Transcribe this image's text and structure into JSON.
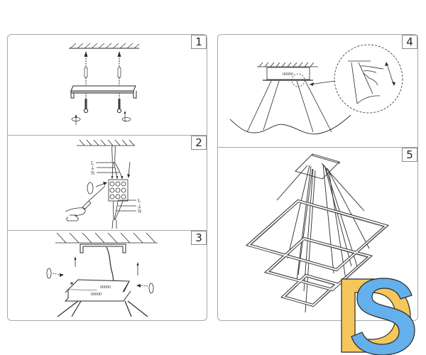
{
  "steps": [
    {
      "number": "1",
      "description": "mount-bracket-to-ceiling"
    },
    {
      "number": "2",
      "description": "connect-wires-terminal-block"
    },
    {
      "number": "3",
      "description": "attach-canopy-to-bracket"
    },
    {
      "number": "4",
      "description": "adjust-suspension-cables"
    },
    {
      "number": "5",
      "description": "assembled-chandelier"
    }
  ],
  "wiring_labels": {
    "live": "L",
    "neutral": "N",
    "earth_symbol": "⏚"
  },
  "canopy_label": "00000",
  "logo": {
    "text": "DS",
    "color_d": "#f5c65b",
    "color_s": "#63b0ec",
    "outline": "#2a2a2a"
  },
  "colors": {
    "frame": "#a8a8a8",
    "line": "#2a2a2a",
    "background": "#ffffff"
  }
}
